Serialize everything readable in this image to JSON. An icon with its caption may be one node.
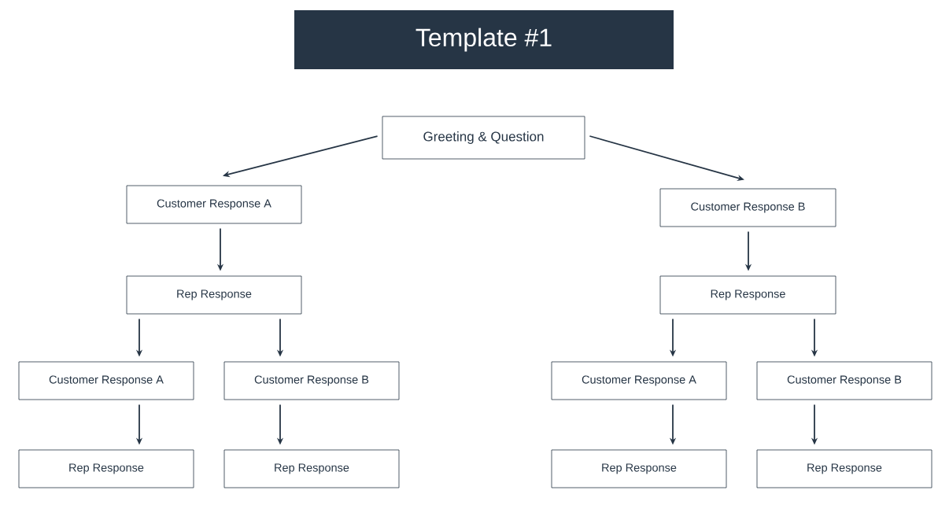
{
  "diagram": {
    "title": "Template #1",
    "nodes": [
      {
        "text": [
          "Greeting & Question"
        ]
      },
      {
        "text": [
          "Customer Response A"
        ]
      },
      {
        "text": [
          "Customer Response B"
        ]
      },
      {
        "text": [
          "Rep Response"
        ]
      },
      {
        "text": [
          "Rep Response"
        ]
      },
      {
        "text": [
          "Customer Response A"
        ]
      },
      {
        "text": [
          "Customer Response B"
        ]
      },
      {
        "text": [
          "Customer Response A"
        ]
      },
      {
        "text": [
          "Customer Response B"
        ]
      },
      {
        "text": [
          "Rep Response"
        ]
      },
      {
        "text": [
          "Rep Response"
        ]
      },
      {
        "text": [
          "Rep Response"
        ]
      },
      {
        "text": [
          "Rep Response"
        ]
      }
    ],
    "edges": [
      {
        "from": 0,
        "to": 1,
        "arrow": "to"
      },
      {
        "from": 0,
        "to": 2,
        "arrow": "to"
      },
      {
        "from": 1,
        "to": 3,
        "arrow": "to"
      },
      {
        "from": 2,
        "to": 4,
        "arrow": "to"
      },
      {
        "from": 3,
        "to": 5,
        "arrow": "to"
      },
      {
        "from": 3,
        "to": 6,
        "arrow": "to"
      },
      {
        "from": 4,
        "to": 7,
        "arrow": "to"
      },
      {
        "from": 4,
        "to": 8,
        "arrow": "to"
      },
      {
        "from": 5,
        "to": 9,
        "arrow": "to"
      },
      {
        "from": 6,
        "to": 10,
        "arrow": "to"
      },
      {
        "from": 7,
        "to": 11,
        "arrow": "to"
      },
      {
        "from": 8,
        "to": 12,
        "arrow": "to"
      }
    ]
  }
}
